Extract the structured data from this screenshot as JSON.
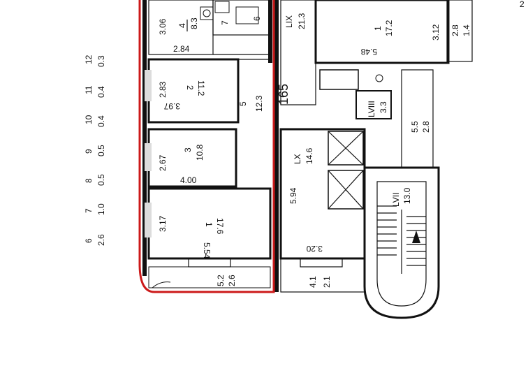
{
  "labels": {
    "room_4_name": "4",
    "room_4_area": "8.3",
    "room_4_w": "3.06",
    "room_4_h": "2.84",
    "bath_num": "6",
    "bath_side": "7",
    "room_2_name": "2",
    "room_2_area": "11.2",
    "room_2_w": "2.83",
    "room_2_h": "3.97",
    "room_5_name": "5",
    "room_5_area": "12.3",
    "room_3_name": "3",
    "room_3_area": "10.8",
    "room_3_w": "2.67",
    "room_3_h": "4.00",
    "room_1_name": "1",
    "room_1_area": "17.6",
    "room_1_w": "3.17",
    "room_1_h": "5.54",
    "balcony_a": "5.2",
    "balcony_b": "2.6",
    "lix_name": "LIX",
    "lix_area": "21.3",
    "height_165": "165",
    "lx_name": "LX",
    "lx_area": "14.6",
    "lx_dim": "5.94",
    "lx_bottom": "3.20",
    "lower_a": "4.1",
    "lower_b": "2.1",
    "r1top_name": "1",
    "r1top_area": "17.2",
    "r1top_w": "5.48",
    "r1top_h": "3.12",
    "r1top_side_a": "2.8",
    "r1top_side_b": "1.4",
    "lviii_name": "LVIII",
    "lviii_area": "3.3",
    "right_a": "5.5",
    "right_b": "2.8",
    "lvii_name": "LVII",
    "lvii_area": "13.0",
    "left_12": "12",
    "left_12v": "0.3",
    "left_11": "11",
    "left_11v": "0.4",
    "left_10": "10",
    "left_10v": "0.4",
    "left_9": "9",
    "left_9v": "0.5",
    "left_8": "8",
    "left_8v": "0.5",
    "left_7": "7",
    "left_7v": "1.0",
    "left_6": "6",
    "left_6v": "2.6",
    "corner": "2"
  }
}
